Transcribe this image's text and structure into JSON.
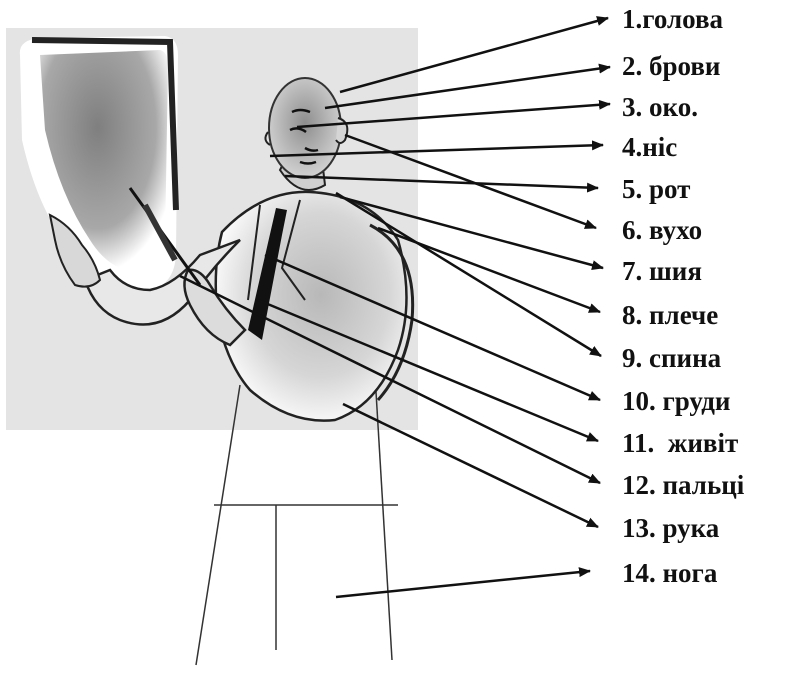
{
  "diagram": {
    "labels": [
      {
        "id": "head",
        "text": "1.голова"
      },
      {
        "id": "brows",
        "text": "2. брови"
      },
      {
        "id": "eye",
        "text": "3. око."
      },
      {
        "id": "nose",
        "text": "4.ніс"
      },
      {
        "id": "mouth",
        "text": "5. рот"
      },
      {
        "id": "ear",
        "text": "6. вухо"
      },
      {
        "id": "neck",
        "text": "7. шия"
      },
      {
        "id": "shoulder",
        "text": "8. плече"
      },
      {
        "id": "back",
        "text": "9. спина"
      },
      {
        "id": "chest",
        "text": "10. груди"
      },
      {
        "id": "belly",
        "text": "11.  живіт"
      },
      {
        "id": "fingers",
        "text": "12. пальці"
      },
      {
        "id": "arm",
        "text": "13. рука"
      },
      {
        "id": "leg",
        "text": "14. нога"
      }
    ],
    "colors": {
      "ink": "#111111",
      "board": "#e4e4e4",
      "highlight": "#ffffff",
      "shade": "#9a9a9a"
    }
  }
}
